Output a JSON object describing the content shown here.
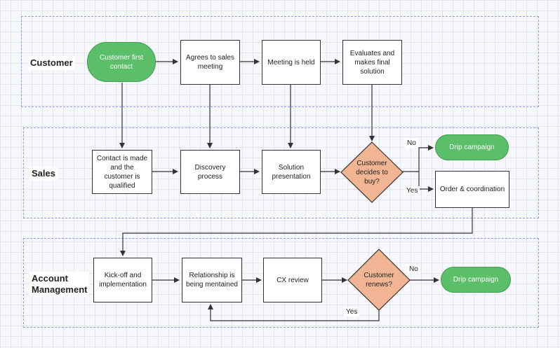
{
  "lanes": {
    "customer": "Customer",
    "sales": "Sales",
    "account_management_line1": "Account",
    "account_management_line2": "Management"
  },
  "nodes": {
    "customer_first_contact": "Customer first contact",
    "agrees_to_sales_meeting": "Agrees to sales meeting",
    "meeting_is_held": "Meeting is held",
    "evaluates_final_solution": "Evaluates and makes final solution",
    "contact_made_qualified": "Contact is made and the customer is qualified",
    "discovery_process": "Discovery process",
    "solution_presentation": "Solution presentation",
    "customer_decides_to_buy": "Customer decides to buy?",
    "drip_campaign_sales": "Drip campaign",
    "order_coordination": "Order & coordination",
    "kickoff_implementation": "Kick-off and implementation",
    "relationship_maintained": "Relationship is being mentained",
    "cx_review": "CX review",
    "customer_renews": "Customer renews?",
    "drip_campaign_account": "Drip campaign"
  },
  "edge_labels": {
    "buy_no": "No",
    "buy_yes": "Yes",
    "renew_no": "No",
    "renew_yes": "Yes"
  },
  "colors": {
    "terminal_green": "#5bbf6a",
    "decision_orange": "#f2b594",
    "lane_border": "#8f9be8"
  }
}
